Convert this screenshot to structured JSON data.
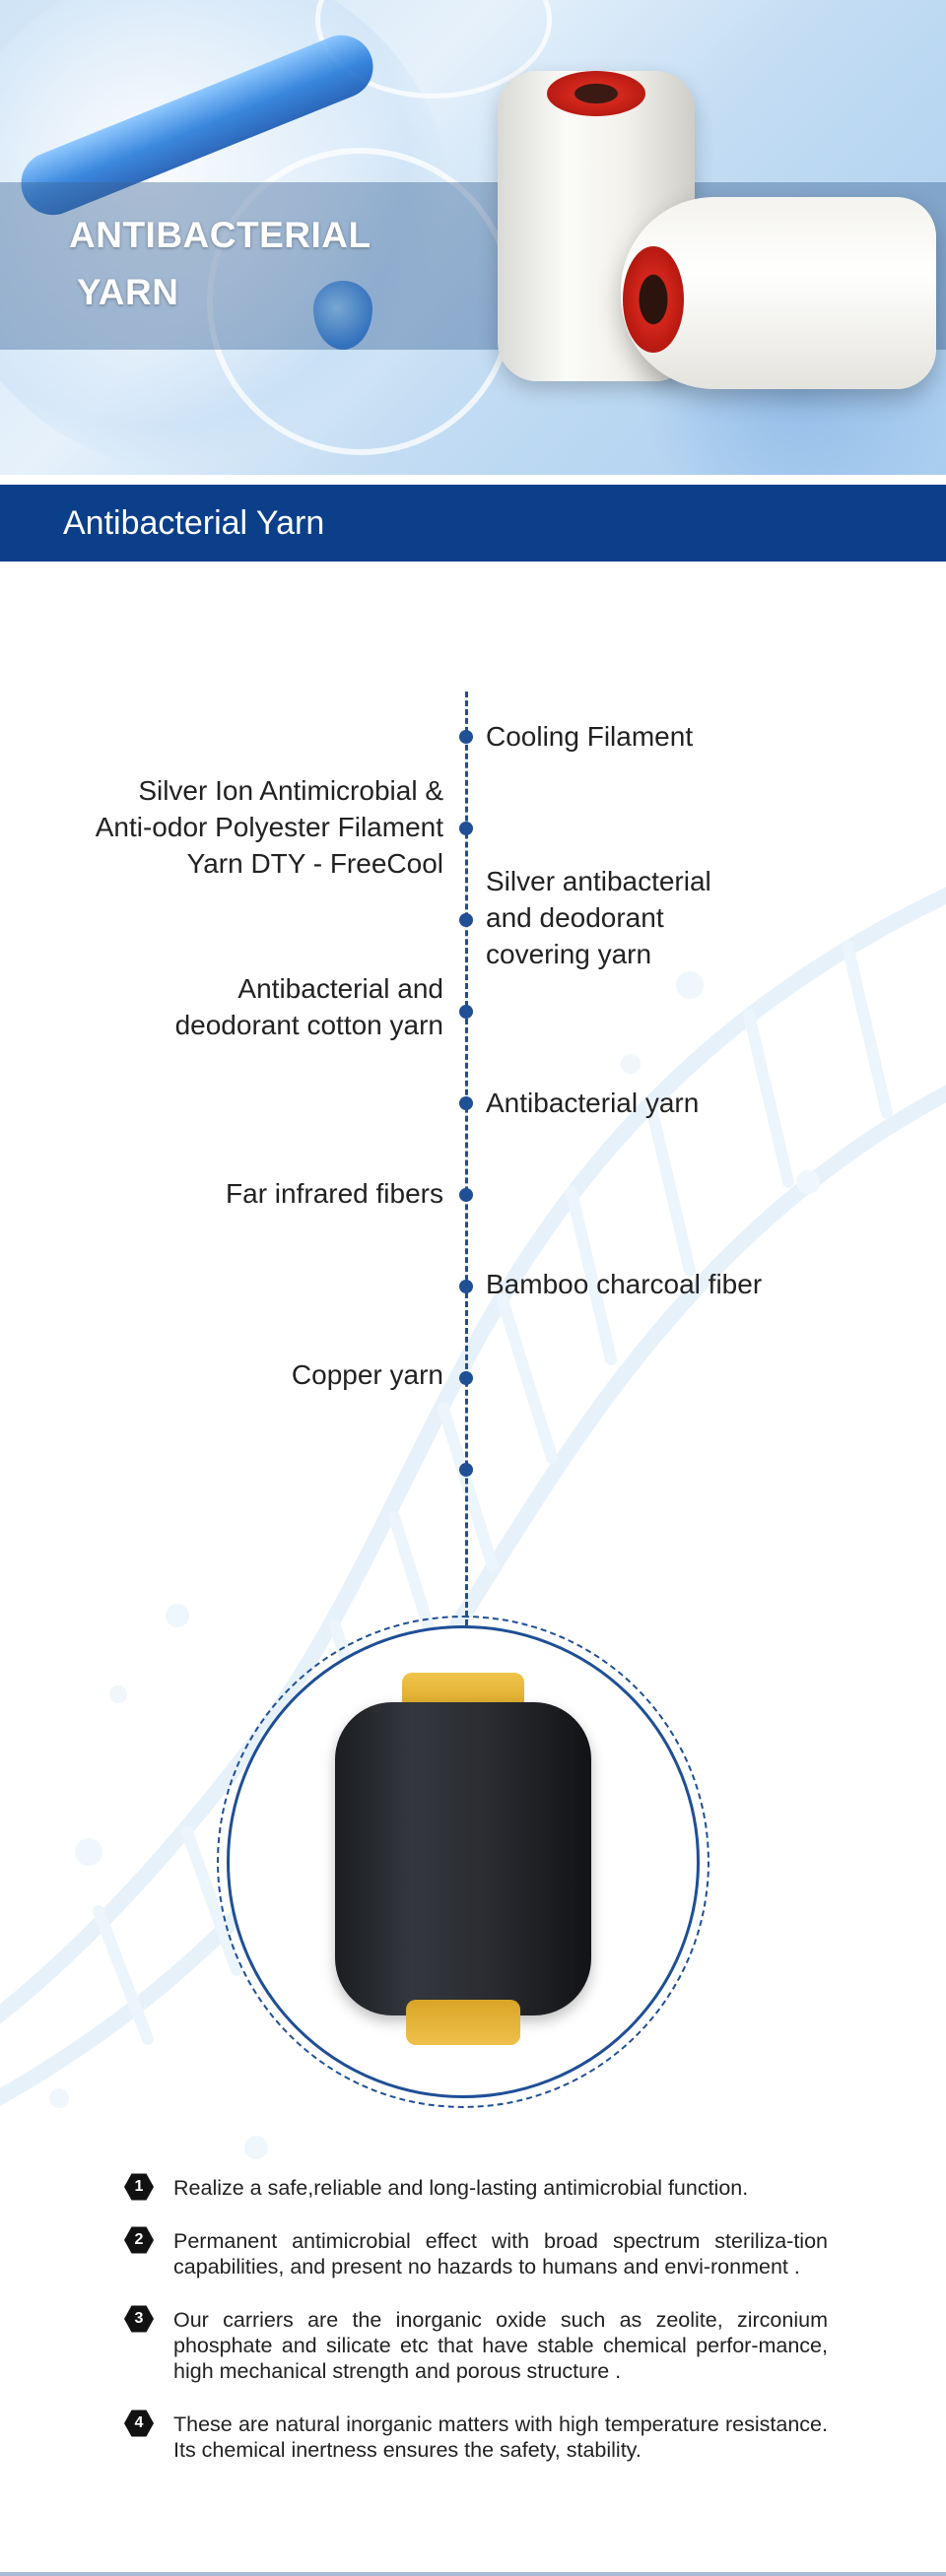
{
  "hero": {
    "title_line1": "ANTIBACTERIAL",
    "title_line2": "YARN"
  },
  "section": {
    "title": "Antibacterial Yarn"
  },
  "timeline": {
    "items": [
      {
        "label_lines": [
          "Cooling Filament"
        ],
        "side": "right"
      },
      {
        "label_lines": [
          "Silver Ion Antimicrobial &",
          "Anti-odor Polyester Filament",
          "Yarn DTY - FreeCool"
        ],
        "side": "left"
      },
      {
        "label_lines": [
          "Silver antibacterial",
          "and deodorant",
          "covering yarn"
        ],
        "side": "right"
      },
      {
        "label_lines": [
          "Antibacterial and",
          "deodorant cotton yarn"
        ],
        "side": "left"
      },
      {
        "label_lines": [
          "Antibacterial yarn"
        ],
        "side": "right"
      },
      {
        "label_lines": [
          "Far infrared fibers"
        ],
        "side": "left"
      },
      {
        "label_lines": [
          "Bamboo charcoal fiber"
        ],
        "side": "right"
      },
      {
        "label_lines": [
          "Copper yarn"
        ],
        "side": "left"
      }
    ]
  },
  "features": [
    {
      "number": "1",
      "text": "Realize a safe,reliable and long-lasting antimicrobial function."
    },
    {
      "number": "2",
      "text": "Permanent antimicrobial effect with broad spectrum steriliza-tion capabilities, and present no hazards to humans and envi-ronment ."
    },
    {
      "number": "3",
      "text": "Our carriers are the inorganic oxide such as zeolite, zirconium phosphate and silicate etc that have stable chemical perfor-mance, high mechanical strength and porous structure ."
    },
    {
      "number": "4",
      "text": "These are natural inorganic matters with high temperature resistance. Its chemical inertness ensures the safety, stability."
    }
  ],
  "colors": {
    "brand_blue": "#0b3f8a",
    "timeline_blue": "#1f4f95"
  }
}
